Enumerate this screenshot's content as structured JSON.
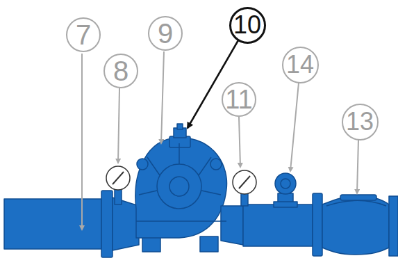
{
  "diagram": {
    "nodes": [
      {
        "text": [
          "7"
        ]
      },
      {
        "text": [
          "9"
        ]
      },
      {
        "text": [
          "10"
        ]
      },
      {
        "text": [
          "14"
        ]
      },
      {
        "text": [
          "13"
        ]
      },
      {
        "text": [
          "8"
        ]
      },
      {
        "text": [
          "11"
        ]
      }
    ]
  }
}
